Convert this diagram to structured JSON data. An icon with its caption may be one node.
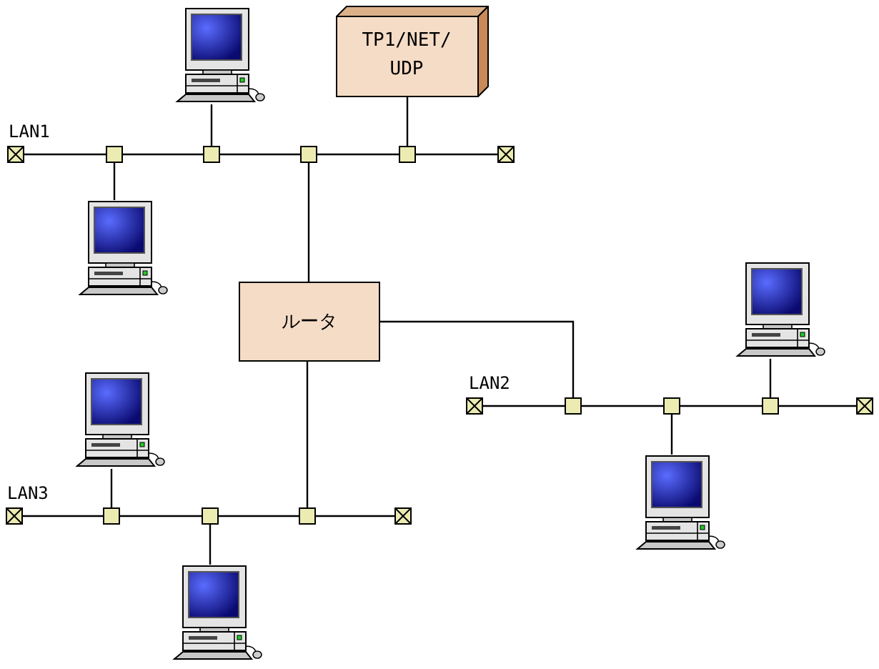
{
  "diagram": {
    "nodes": [
      {
        "text": [],
        "shape": "picture"
      },
      {
        "text": [
          "TP1/NET/ UDP"
        ]
      },
      {
        "text": [],
        "shape": "box"
      },
      {
        "text": [],
        "shape": "box"
      },
      {
        "text": [],
        "shape": "box"
      },
      {
        "text": [],
        "shape": "box"
      },
      {
        "text": [],
        "shape": "box"
      },
      {
        "text": [],
        "shape": "box"
      },
      {
        "text": [],
        "shape": "picture"
      },
      {
        "text": [
          "ルータ"
        ]
      },
      {
        "text": [],
        "shape": "picture"
      },
      {
        "text": [],
        "shape": "box"
      },
      {
        "text": [],
        "shape": "box"
      },
      {
        "text": [],
        "shape": "box"
      },
      {
        "text": [],
        "shape": "box"
      },
      {
        "text": [],
        "shape": "box"
      },
      {
        "text": [],
        "shape": "picture"
      },
      {
        "text": [],
        "shape": "picture"
      },
      {
        "text": [],
        "shape": "box"
      },
      {
        "text": [],
        "shape": "box"
      },
      {
        "text": [],
        "shape": "box"
      },
      {
        "text": [],
        "shape": "box"
      },
      {
        "text": [],
        "shape": "box"
      },
      {
        "text": [],
        "shape": "picture"
      }
    ],
    "edges": [
      {
        "from": 2,
        "to": 3,
        "arrow": "none"
      },
      {
        "from": 3,
        "to": 4,
        "arrow": "none"
      },
      {
        "from": 4,
        "to": 5,
        "arrow": "none"
      },
      {
        "from": 5,
        "to": 6,
        "arrow": "none"
      },
      {
        "from": 6,
        "to": 7,
        "arrow": "none"
      },
      {
        "from": 0,
        "to": 4,
        "arrow": "none"
      },
      {
        "from": 1,
        "to": 6,
        "arrow": "none"
      },
      {
        "from": 8,
        "to": 3,
        "arrow": "none"
      },
      {
        "from": 9,
        "to": 5,
        "arrow": "none"
      },
      {
        "from": 9,
        "to": 12,
        "arrow": "none"
      },
      {
        "from": 9,
        "to": 21,
        "arrow": "none"
      },
      {
        "from": 11,
        "to": 12,
        "arrow": "none"
      },
      {
        "from": 12,
        "to": 13,
        "arrow": "none"
      },
      {
        "from": 13,
        "to": 14,
        "arrow": "none"
      },
      {
        "from": 14,
        "to": 15,
        "arrow": "none"
      },
      {
        "from": 10,
        "to": 14,
        "arrow": "none"
      },
      {
        "from": 17,
        "to": 13,
        "arrow": "none"
      },
      {
        "from": 18,
        "to": 19,
        "arrow": "none"
      },
      {
        "from": 19,
        "to": 20,
        "arrow": "none"
      },
      {
        "from": 20,
        "to": 21,
        "arrow": "none"
      },
      {
        "from": 21,
        "to": 22,
        "arrow": "none"
      },
      {
        "from": 16,
        "to": 19,
        "arrow": "none"
      },
      {
        "from": 23,
        "to": 20,
        "arrow": "none"
      }
    ],
    "labels": [
      "LAN1",
      "LAN2",
      "LAN3"
    ]
  }
}
